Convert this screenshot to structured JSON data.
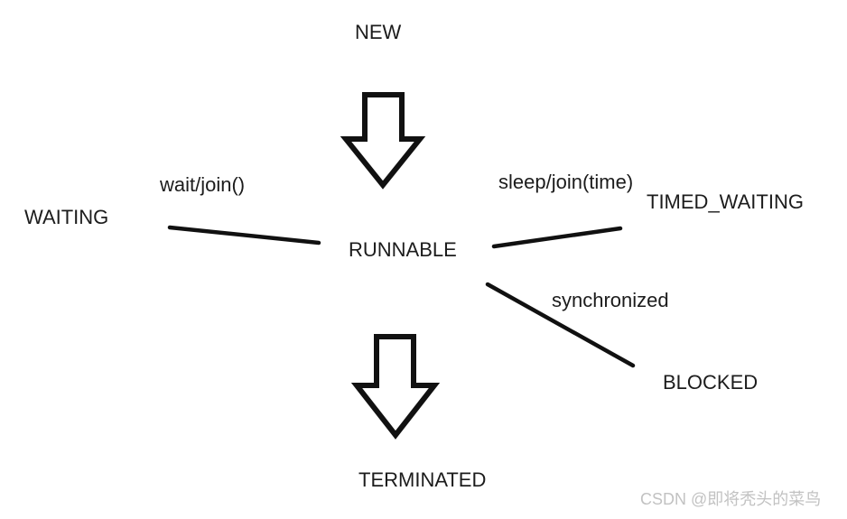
{
  "diagram": {
    "nodes": [
      {
        "id": "new",
        "label": "NEW"
      },
      {
        "id": "waiting",
        "label": "WAITING"
      },
      {
        "id": "runnable",
        "label": "RUNNABLE"
      },
      {
        "id": "timed_waiting",
        "label": "TIMED_WAITING"
      },
      {
        "id": "blocked",
        "label": "BLOCKED"
      },
      {
        "id": "terminated",
        "label": "TERMINATED"
      }
    ],
    "edges": [
      {
        "from": "NEW",
        "to": "RUNNABLE",
        "connector": "block-arrow-down"
      },
      {
        "from": "RUNNABLE",
        "to": "WAITING",
        "connector": "line",
        "label": "wait/join()"
      },
      {
        "from": "RUNNABLE",
        "to": "TIMED_WAITING",
        "connector": "line",
        "label": "sleep/join(time)"
      },
      {
        "from": "RUNNABLE",
        "to": "BLOCKED",
        "connector": "line",
        "label": "synchronized"
      },
      {
        "from": "RUNNABLE",
        "to": "TERMINATED",
        "connector": "block-arrow-down"
      }
    ]
  },
  "watermark": {
    "text": "CSDN @即将秃头的菜鸟",
    "color": "#c2c2c2"
  },
  "colors": {
    "background": "#ffffff",
    "text": "#1c1c1c",
    "line": "#111111",
    "arrow_fill": "#ffffff"
  }
}
